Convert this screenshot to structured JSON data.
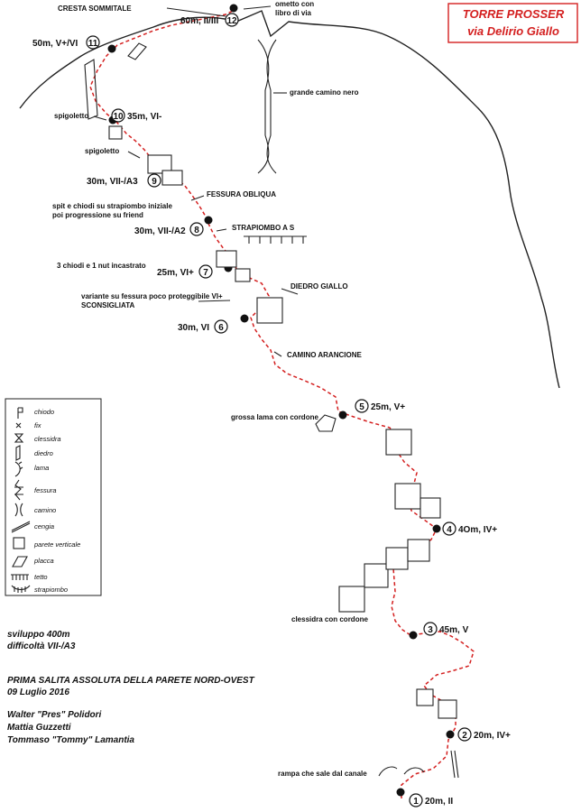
{
  "title": {
    "line1": "TORRE PROSSER",
    "line2": "via Delirio Giallo",
    "color": "#d42020"
  },
  "route_color": "#d42020",
  "labels": {
    "cresta": "CRESTA SOMMITALE",
    "ometto1": "ometto con",
    "ometto2": "libro di via",
    "camino_nero": "grande camino nero",
    "spigoletto_a": "spigoletto",
    "spigoletto_b": "spigoletto",
    "fessura_obliqua": "FESSURA OBLIQUA",
    "spit1": "spit e chiodi su strapiombo iniziale",
    "spit2": "poi progressione su friend",
    "strapiombo_s": "STRAPIOMBO A S",
    "tre_chiodi": "3 chiodi e 1 nut incastrato",
    "diedro_giallo": "DIEDRO GIALLO",
    "variante1": "variante su fessura poco proteggibile VI+",
    "variante2": "SCONSIGLIATA",
    "camino_arancione": "CAMINO ARANCIONE",
    "grossa_lama": "grossa lama con cordone",
    "clessidra_cordone": "clessidra con cordone",
    "rampa": "rampa che sale dal canale"
  },
  "pitches": [
    {
      "num": "1",
      "text": "20m, II"
    },
    {
      "num": "2",
      "text": "20m, IV+"
    },
    {
      "num": "3",
      "text": "45m, V"
    },
    {
      "num": "4",
      "text": "4Om, IV+"
    },
    {
      "num": "5",
      "text": "25m, V+"
    },
    {
      "num": "6",
      "text": "30m, VI"
    },
    {
      "num": "7",
      "text": "25m, VI+"
    },
    {
      "num": "8",
      "text": "30m, VII-/A2"
    },
    {
      "num": "9",
      "text": "30m, VII-/A3"
    },
    {
      "num": "10",
      "text": "35m, VI-"
    },
    {
      "num": "11",
      "text": "50m, V+/VI"
    },
    {
      "num": "12",
      "text": "60m, II/III"
    }
  ],
  "legend": [
    {
      "icon": "piton-icon",
      "label": "chiodo"
    },
    {
      "icon": "fix-icon",
      "label": "fix"
    },
    {
      "icon": "hourglass-icon",
      "label": "clessidra"
    },
    {
      "icon": "dihedral-icon",
      "label": "diedro"
    },
    {
      "icon": "flake-icon",
      "label": "lama"
    },
    {
      "icon": "crack-icon",
      "label": "fessura"
    },
    {
      "icon": "chimney-icon",
      "label": "camino"
    },
    {
      "icon": "ledge-icon",
      "label": "cengia"
    },
    {
      "icon": "wall-icon",
      "label": "parete verticale"
    },
    {
      "icon": "slab-icon",
      "label": "placca"
    },
    {
      "icon": "roof-icon",
      "label": "tetto"
    },
    {
      "icon": "overhang-icon",
      "label": "strapiombo"
    }
  ],
  "info": {
    "sviluppo": "sviluppo 400m",
    "difficolta": "difficoltà VII-/A3",
    "prima": "PRIMA SALITA ASSOLUTA DELLA PARETE NORD-OVEST",
    "data": "09 Luglio 2016",
    "climber1": "Walter \"Pres\" Polidori",
    "climber2": "Mattia Guzzetti",
    "climber3": "Tommaso \"Tommy\" Lamantia"
  }
}
